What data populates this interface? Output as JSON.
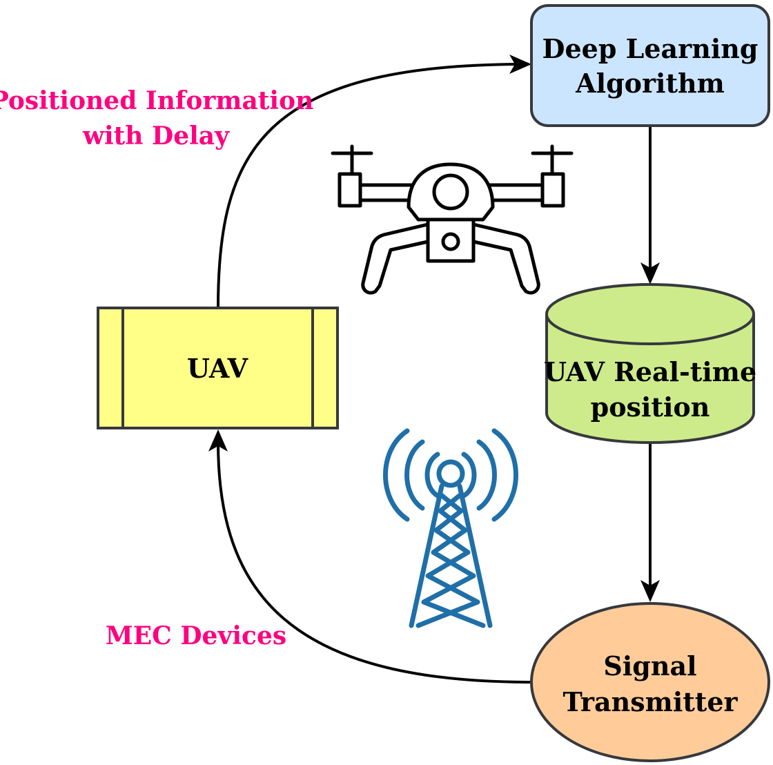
{
  "colors": {
    "deep_learning_fill": "#cce5ff",
    "uav_fill": "#ffff88",
    "position_fill": "#cdeb8b",
    "transmitter_fill": "#ffcc99",
    "stroke": "#36393d",
    "edge_label": "#ff0080",
    "tower_blue": "#1f6fa8"
  },
  "nodes": {
    "deep_learning": {
      "line1": "Deep Learning",
      "line2": "Algorithm"
    },
    "uav": {
      "label": "UAV"
    },
    "position": {
      "line1": "UAV Real-time",
      "line2": "position"
    },
    "transmitter": {
      "line1": "Signal",
      "line2": "Transmitter"
    }
  },
  "edges": {
    "uav_to_algorithm": {
      "line1": "Positioned Information",
      "line2": "with Delay"
    },
    "transmitter_to_uav": {
      "label": "MEC Devices"
    }
  },
  "icons": [
    "drone-icon",
    "cell-tower-icon"
  ]
}
